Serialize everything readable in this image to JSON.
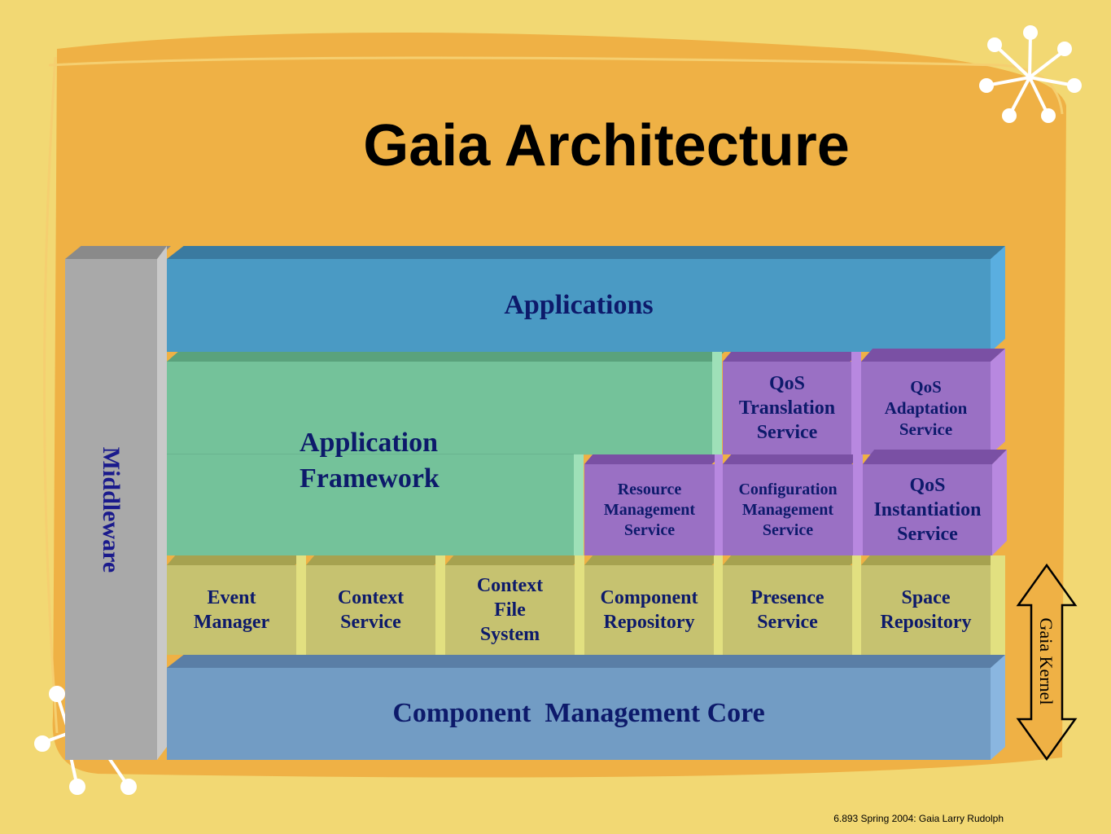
{
  "title": "Gaia Architecture",
  "footer": "6.893 Spring 2004: Gaia  Larry Rudolph",
  "middleware": "Middleware",
  "applications": "Applications",
  "application_framework": "Application\nFramework",
  "qos_boxes": {
    "translation": "QoS\nTranslation\nService",
    "adaptation": "QoS\nAdaptation\nService",
    "resource": "Resource\nManagement\nService",
    "configuration": "Configuration\nManagement\nService",
    "instantiation": "QoS\nInstantiation\nService"
  },
  "kernel_services": [
    "Event\nManager",
    "Context\nService",
    "Context\nFile\nSystem",
    "Component\nRepository",
    "Presence\nService",
    "Space\nRepository"
  ],
  "component_core": "Component  Management Core",
  "gaia_kernel": "Gaia Kernel",
  "colors": {
    "background": "#f2d873",
    "orange_panel": "#efb145",
    "applications": "#4a9ac4",
    "framework": "#74c29a",
    "kernel_services": "#c6c270",
    "qos": "#9a70c4",
    "core": "#729cc4",
    "middleware": "#a9a9a9",
    "text": "#0d1a6b"
  }
}
